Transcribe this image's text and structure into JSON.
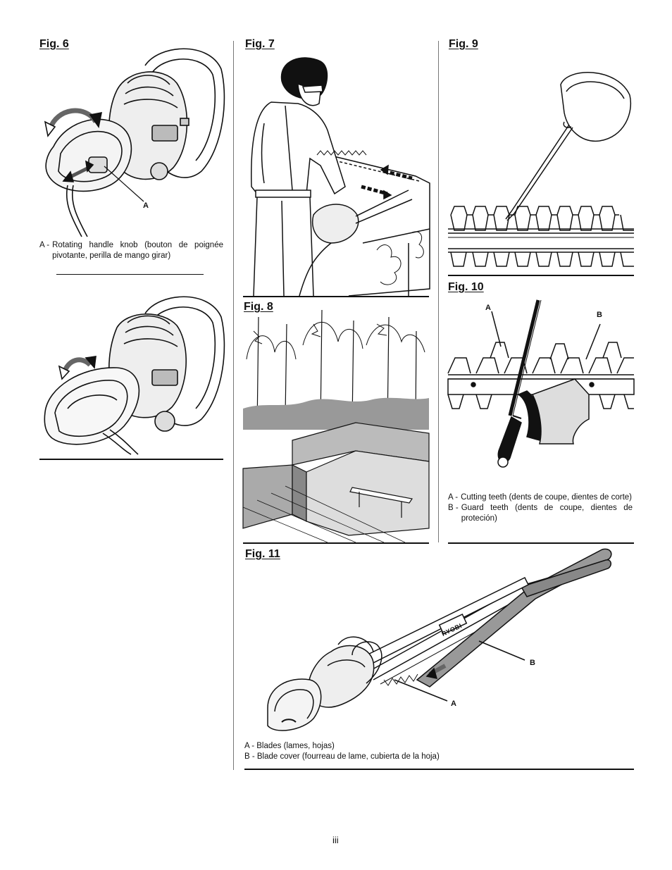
{
  "figures": {
    "fig6": {
      "title": "Fig. 6",
      "callout_a": "A",
      "caption_key": "A -",
      "caption": "Rotating handle knob (bouton de poignée pivotante, perilla de mango girar)"
    },
    "fig7": {
      "title": "Fig. 7"
    },
    "fig8": {
      "title": "Fig. 8"
    },
    "fig9": {
      "title": "Fig. 9"
    },
    "fig10": {
      "title": "Fig. 10",
      "callout_a": "A",
      "callout_b": "B",
      "caption_a_key": "A -",
      "caption_a": "Cutting teeth (dents de coupe, dientes de corte)",
      "caption_b_key": "B -",
      "caption_b": "Guard teeth (dents de coupe, dientes de proteción)"
    },
    "fig11": {
      "title": "Fig. 11",
      "brand_label": "RYOBI",
      "callout_a": "A",
      "callout_b": "B",
      "caption_a": "A - Blades (lames, hojas)",
      "caption_b": "B - Blade cover (fourreau de lame, cubierta de la hoja)"
    }
  },
  "page_number": "iii"
}
